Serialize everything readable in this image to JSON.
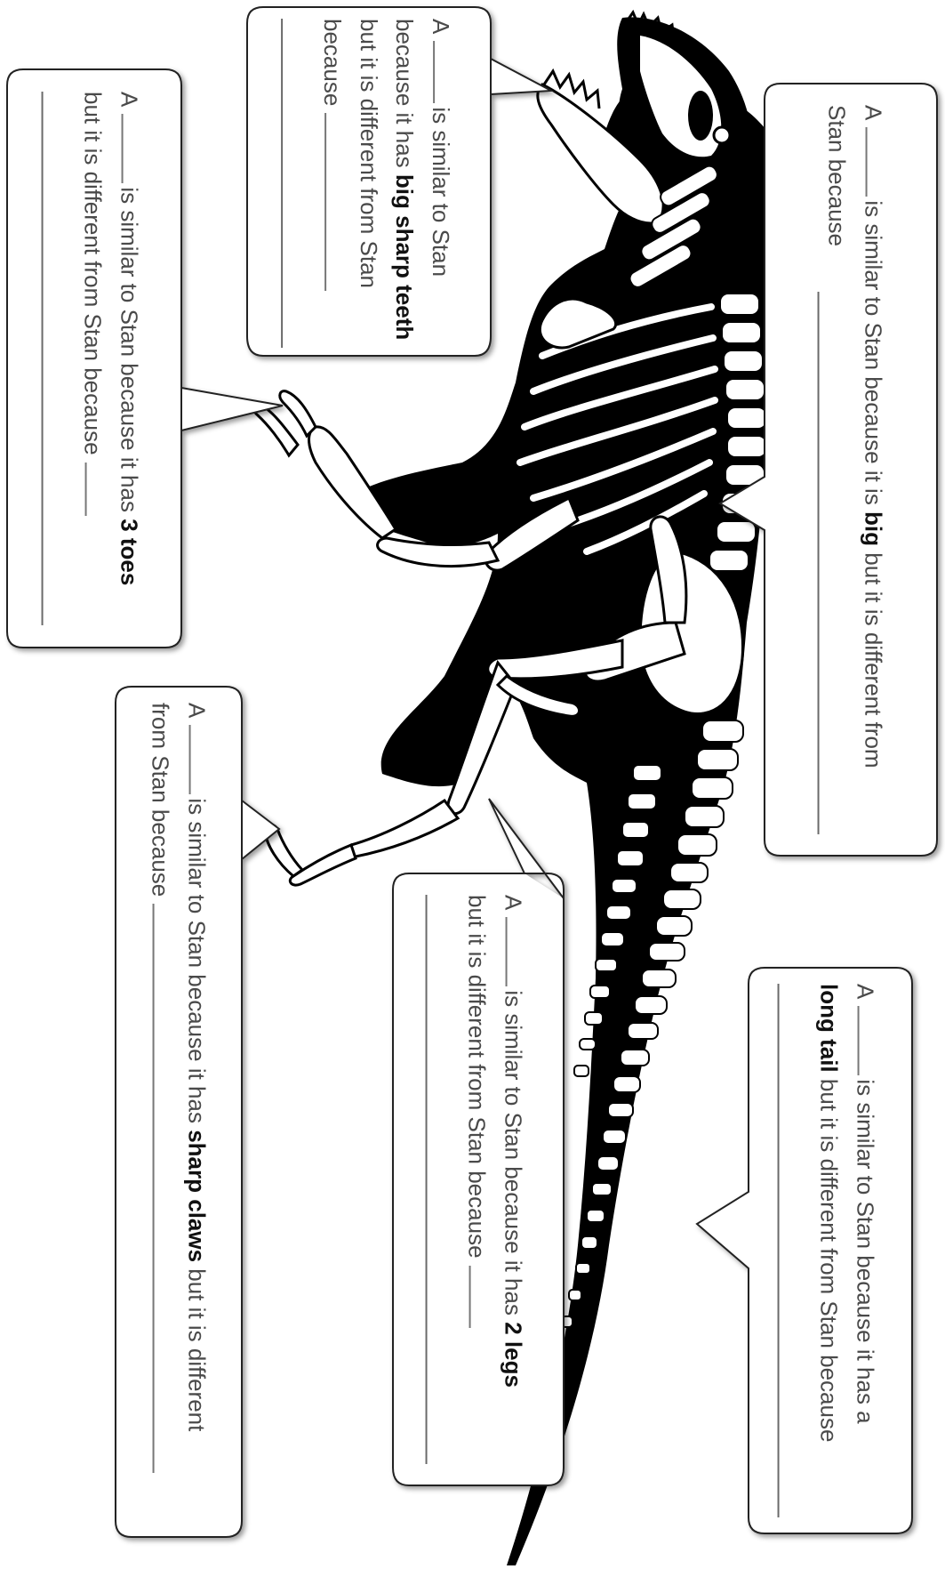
{
  "subject_name": "Stan",
  "bubbles": {
    "big": {
      "prefix": "A",
      "line1_after_blank": "is similar to Stan because it is",
      "trait": "big",
      "line1_tail": "but it is different from",
      "line2": "Stan because"
    },
    "teeth": {
      "prefix": "A",
      "line1_after_blank": "is similar to Stan",
      "line2": "because it has",
      "trait": "big sharp teeth",
      "line3": "but it is different from Stan",
      "line4": "because"
    },
    "toes": {
      "prefix": "A",
      "line1_after_blank": "is similar to Stan because it has",
      "trait": "3 toes",
      "line2": "but it is different from Stan because"
    },
    "claws": {
      "prefix": "A",
      "line1_after_blank": "is similar to Stan because it has",
      "trait": "sharp claws",
      "line1_tail": "but it is different",
      "line2": "from Stan because"
    },
    "legs": {
      "prefix": "A",
      "line1_after_blank": "is similar to Stan because it has",
      "trait": "2 legs",
      "line2": "but it is different from Stan because"
    },
    "tail": {
      "prefix": "A",
      "line1_after_blank": "is similar to Stan because it has a",
      "trait": "long tail",
      "line2_tail": "but it is different from Stan because"
    }
  }
}
